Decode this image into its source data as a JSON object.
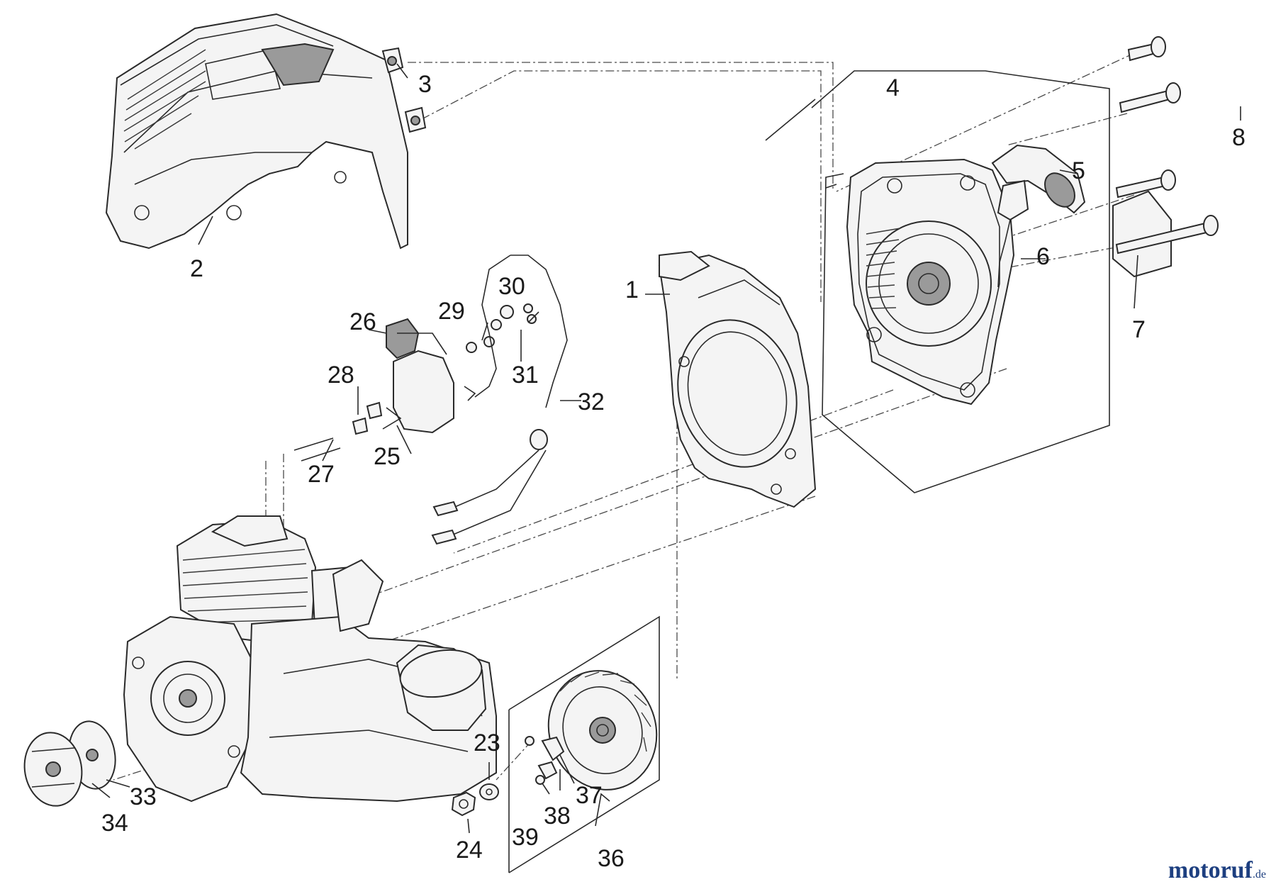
{
  "callouts": [
    {
      "id": "p1",
      "text": "1"
    },
    {
      "id": "p2",
      "text": "2"
    },
    {
      "id": "p3",
      "text": "3"
    },
    {
      "id": "p4",
      "text": "4"
    },
    {
      "id": "p5",
      "text": "5"
    },
    {
      "id": "p6",
      "text": "6"
    },
    {
      "id": "p7",
      "text": "7"
    },
    {
      "id": "p8",
      "text": "8"
    },
    {
      "id": "p23",
      "text": "23"
    },
    {
      "id": "p24",
      "text": "24"
    },
    {
      "id": "p25",
      "text": "25"
    },
    {
      "id": "p26",
      "text": "26"
    },
    {
      "id": "p27",
      "text": "27"
    },
    {
      "id": "p28",
      "text": "28"
    },
    {
      "id": "p29",
      "text": "29"
    },
    {
      "id": "p30",
      "text": "30"
    },
    {
      "id": "p31",
      "text": "31"
    },
    {
      "id": "p32",
      "text": "32"
    },
    {
      "id": "p33",
      "text": "33"
    },
    {
      "id": "p34",
      "text": "34"
    },
    {
      "id": "p36",
      "text": "36"
    },
    {
      "id": "p37",
      "text": "37"
    },
    {
      "id": "p38",
      "text": "38"
    },
    {
      "id": "p39",
      "text": "39"
    }
  ],
  "watermark": {
    "main": "motoruf",
    "tld": ".de"
  }
}
